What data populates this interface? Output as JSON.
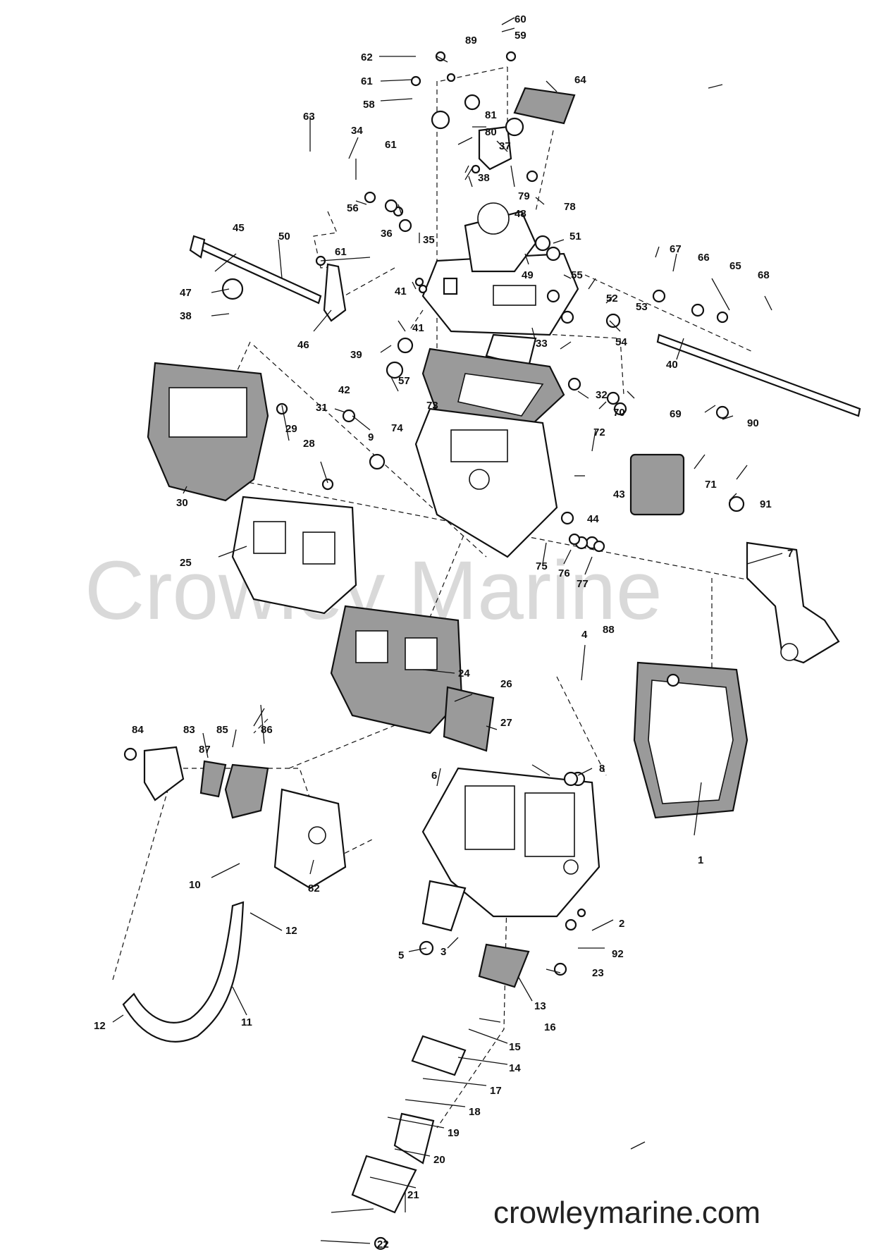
{
  "watermark": "Crowley Marine",
  "footer_url": "crowleymarine.com",
  "callouts": [
    "1",
    "2",
    "3",
    "4",
    "5",
    "6",
    "7",
    "8",
    "9",
    "10",
    "11",
    "12",
    "12",
    "13",
    "14",
    "15",
    "16",
    "17",
    "18",
    "19",
    "20",
    "21",
    "22",
    "23",
    "24",
    "25",
    "26",
    "27",
    "28",
    "29",
    "30",
    "31",
    "32",
    "33",
    "34",
    "35",
    "36",
    "37",
    "38",
    "38",
    "39",
    "40",
    "41",
    "41",
    "42",
    "43",
    "44",
    "45",
    "46",
    "47",
    "48",
    "49",
    "50",
    "51",
    "52",
    "53",
    "54",
    "55",
    "56",
    "57",
    "58",
    "59",
    "60",
    "61",
    "61",
    "61",
    "62",
    "63",
    "64",
    "65",
    "66",
    "67",
    "68",
    "69",
    "70",
    "71",
    "72",
    "73",
    "74",
    "75",
    "76",
    "77",
    "78",
    "79",
    "80",
    "81",
    "82",
    "83",
    "84",
    "85",
    "86",
    "87",
    "88",
    "89",
    "90",
    "91",
    "92"
  ]
}
